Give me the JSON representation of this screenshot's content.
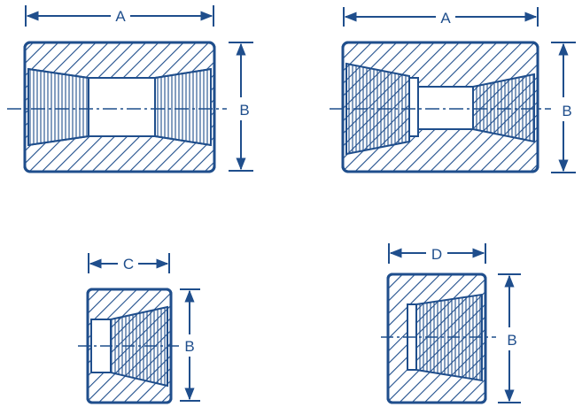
{
  "colors": {
    "stroke": "#1f4e8c",
    "background": "#ffffff"
  },
  "figures": [
    {
      "id": "full-coupling",
      "labels": {
        "length": "A",
        "diameter": "B"
      }
    },
    {
      "id": "reducing-coupling",
      "labels": {
        "length": "A",
        "diameter": "B"
      }
    },
    {
      "id": "half-coupling",
      "labels": {
        "length": "C",
        "diameter": "B"
      }
    },
    {
      "id": "pipe-cap",
      "labels": {
        "length": "D",
        "diameter": "B"
      }
    }
  ]
}
